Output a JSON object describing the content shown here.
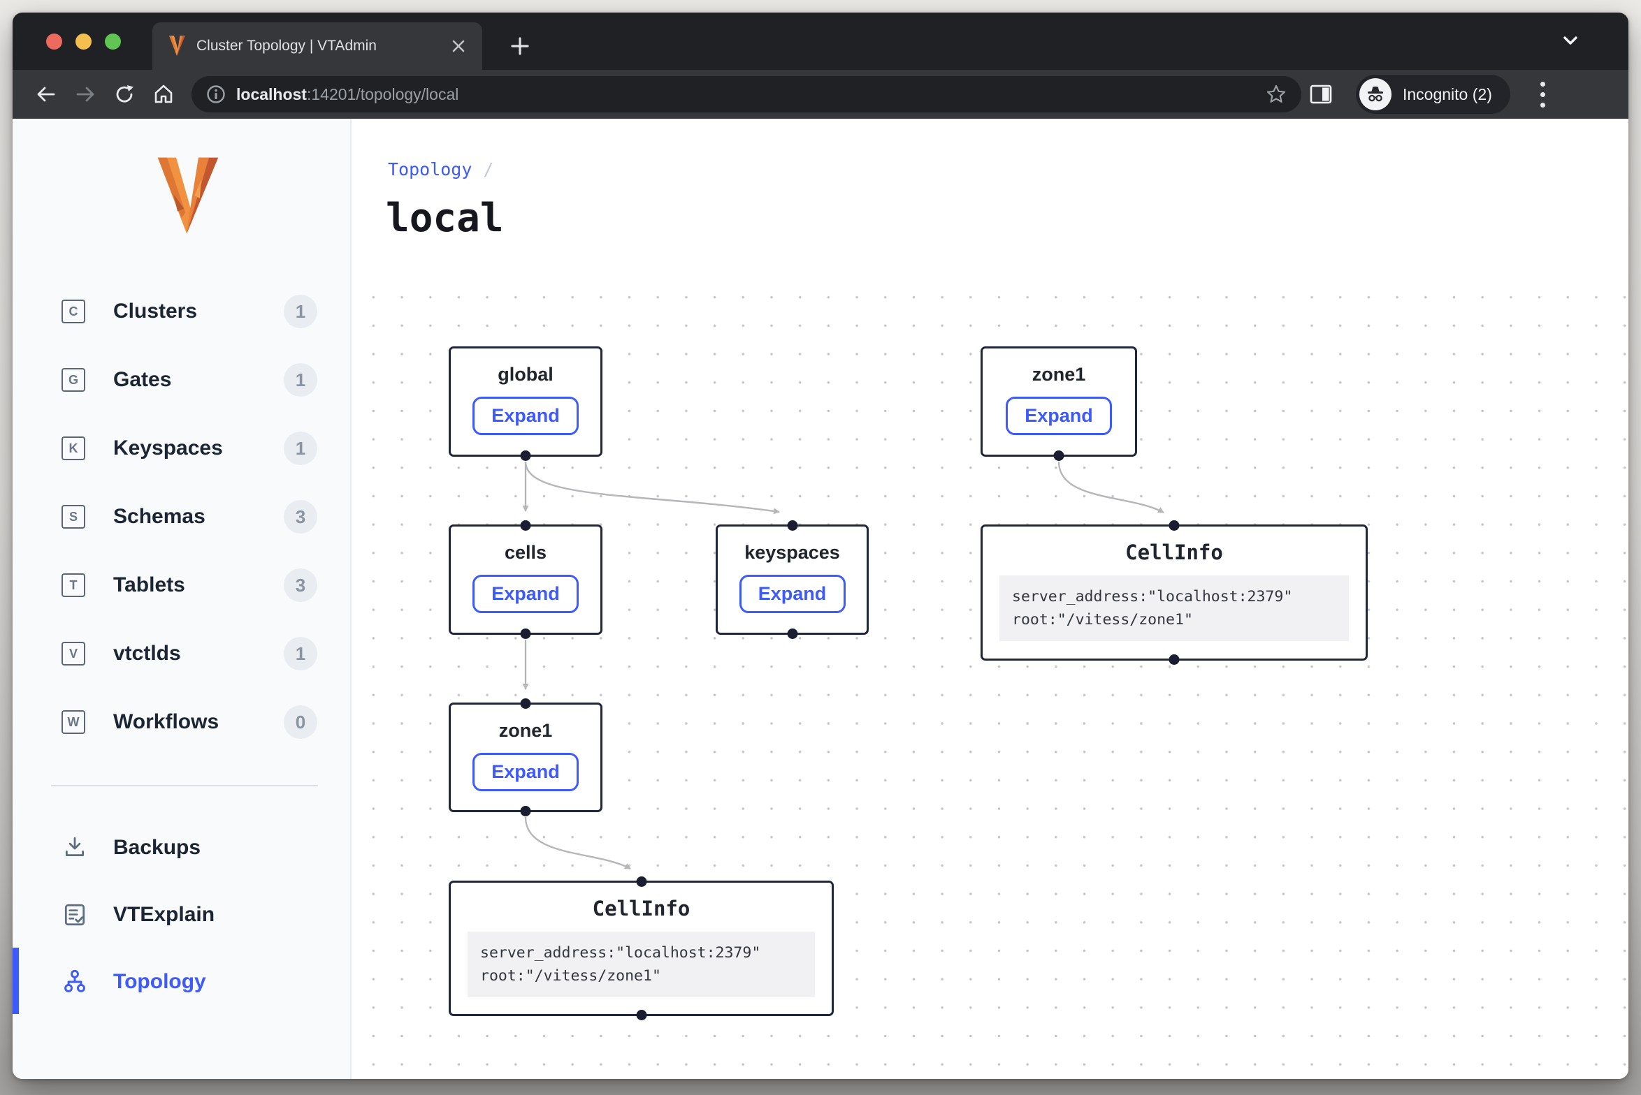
{
  "browser": {
    "tab": {
      "title": "Cluster Topology | VTAdmin"
    },
    "url": {
      "host": "localhost",
      "rest": ":14201/topology/local"
    },
    "incognito_label": "Incognito (2)"
  },
  "sidebar": {
    "items": [
      {
        "letter": "C",
        "label": "Clusters",
        "count": "1"
      },
      {
        "letter": "G",
        "label": "Gates",
        "count": "1"
      },
      {
        "letter": "K",
        "label": "Keyspaces",
        "count": "1"
      },
      {
        "letter": "S",
        "label": "Schemas",
        "count": "3"
      },
      {
        "letter": "T",
        "label": "Tablets",
        "count": "3"
      },
      {
        "letter": "V",
        "label": "vtctlds",
        "count": "1"
      },
      {
        "letter": "W",
        "label": "Workflows",
        "count": "0"
      }
    ],
    "tools": [
      {
        "label": "Backups"
      },
      {
        "label": "VTExplain"
      },
      {
        "label": "Topology",
        "active": true
      }
    ]
  },
  "main": {
    "breadcrumb": {
      "link": "Topology",
      "separator": "/"
    },
    "title": "local"
  },
  "graph": {
    "nodes": [
      {
        "id": "global",
        "title": "global",
        "button": "Expand"
      },
      {
        "id": "zone1-top",
        "title": "zone1",
        "button": "Expand"
      },
      {
        "id": "cells",
        "title": "cells",
        "button": "Expand"
      },
      {
        "id": "keyspaces",
        "title": "keyspaces",
        "button": "Expand"
      },
      {
        "id": "cellinfo-right",
        "title": "CellInfo",
        "code_line1": "server_address:\"localhost:2379\"",
        "code_line2": "root:\"/vitess/zone1\""
      },
      {
        "id": "zone1-bottom",
        "title": "zone1",
        "button": "Expand"
      },
      {
        "id": "cellinfo-bottom",
        "title": "CellInfo",
        "code_line1": "server_address:\"localhost:2379\"",
        "code_line2": "root:\"/vitess/zone1\""
      }
    ]
  },
  "colors": {
    "accent": "#3d5afe",
    "node_border": "#20263c",
    "edge": "#b4b6ba",
    "active_text": "#3d5afe"
  }
}
